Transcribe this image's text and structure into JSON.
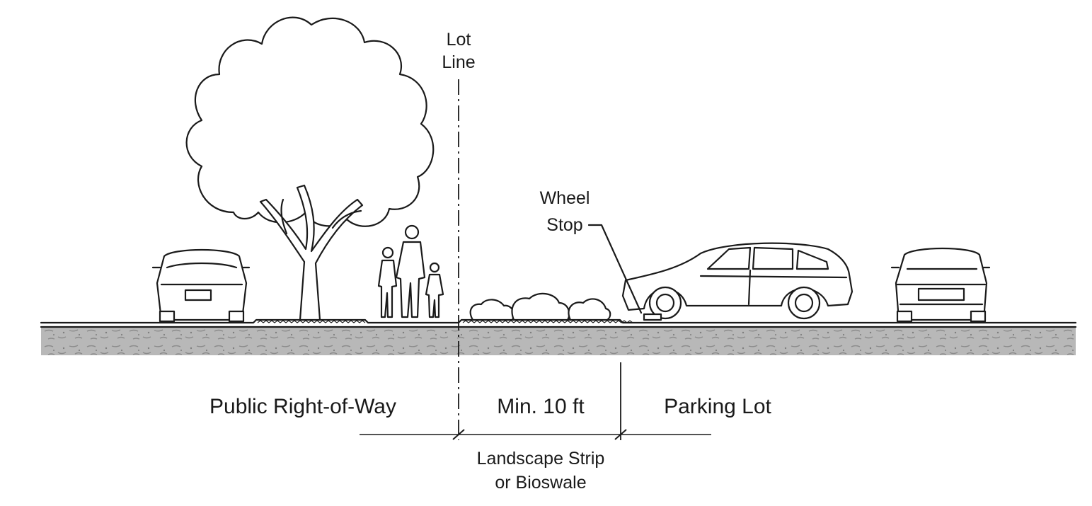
{
  "labels": {
    "lot_line_1": "Lot",
    "lot_line_2": "Line",
    "wheel_stop_1": "Wheel",
    "wheel_stop_2": "Stop",
    "public_row": "Public Right-of-Way",
    "min_width": "Min. 10 ft",
    "parking_lot": "Parking Lot",
    "landscape_1": "Landscape Strip",
    "landscape_2": "or Bioswale"
  },
  "colors": {
    "ink": "#1a1a1a",
    "ground": "#b5b5b5",
    "ground_speckle": "#8a8a8a",
    "background": "#ffffff"
  }
}
